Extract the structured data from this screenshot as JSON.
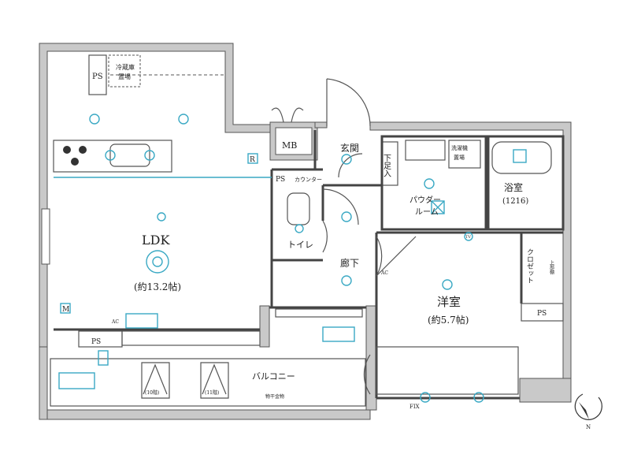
{
  "plan": {
    "rooms": {
      "ldk": {
        "name": "LDK",
        "size": "(約13.2帖)"
      },
      "western": {
        "name": "洋室",
        "size": "(約5.7帖)"
      },
      "entrance": "玄関",
      "shoe_closet": "下足入",
      "powder_room_1": "パウダー",
      "powder_room_2": "ルーム",
      "bath": {
        "name": "浴室",
        "size": "(1216)"
      },
      "hallway": "廊下",
      "toilet": "トイレ",
      "counter": "カウンター",
      "closet": "クロゼット",
      "upper_shelf": "上部棚",
      "balcony": "バルコニー",
      "fridge_1": "冷蔵庫",
      "fridge_2": "置場",
      "washer_1": "洗濯機",
      "washer_2": "置場",
      "mb": "MB",
      "ps_fridge": "PS",
      "ps_toilet": "PS",
      "ps_ldk": "PS",
      "ps_western": "PS",
      "unit_10f": "(10階)",
      "unit_11f": "(11階)",
      "laundry_hardware": "物干金物",
      "fix": "FIX",
      "r_mark": "R",
      "m_mark": "M",
      "ac_mark": "AC",
      "tv_mark": "TV",
      "north": "N"
    },
    "colors": {
      "wall": "#c9c9c9",
      "equipment": "#3aa9c4",
      "line": "#444444"
    }
  }
}
